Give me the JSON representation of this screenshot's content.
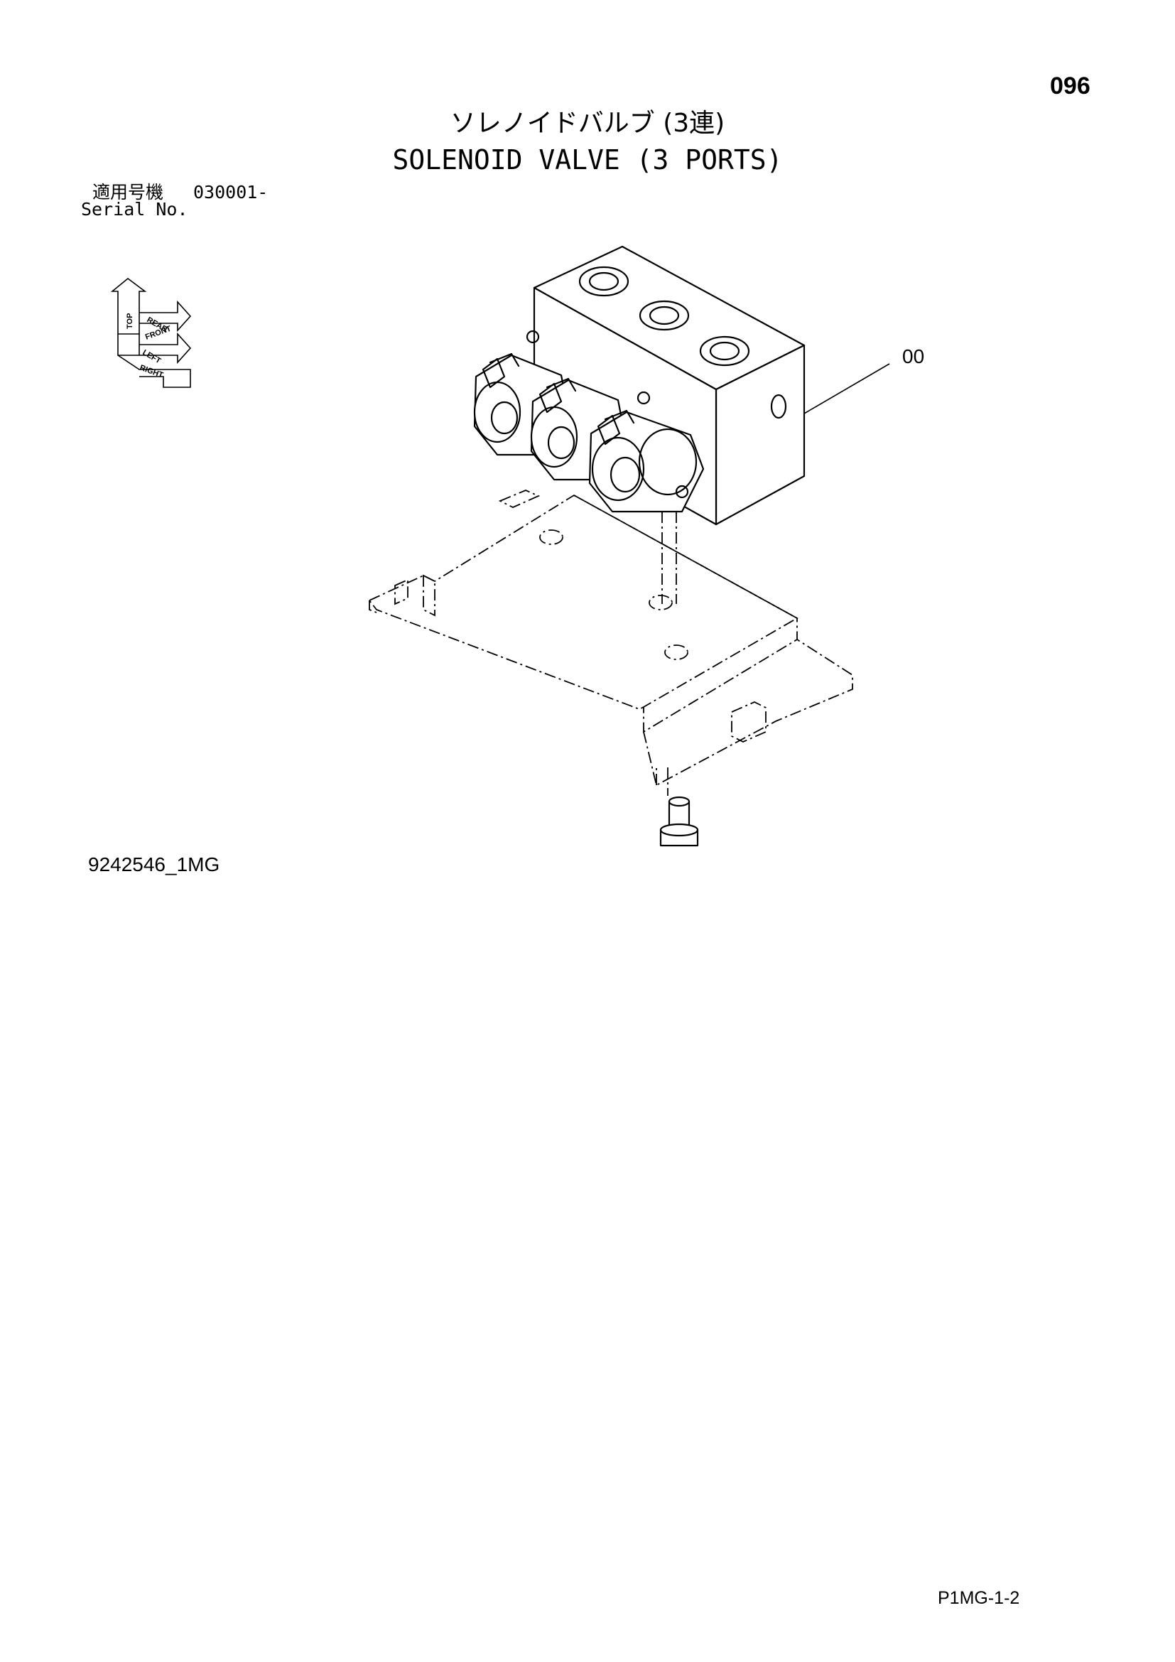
{
  "header": {
    "page_number": "096",
    "title_jp": "ソレノイドバルブ (3連)",
    "title_en": "SOLENOID VALVE (3 PORTS)"
  },
  "serial": {
    "label_jp": "適用号機",
    "value": "030001-",
    "label_en": "Serial No."
  },
  "orientation_icon": {
    "labels": [
      "TOP",
      "REAR",
      "FRONT",
      "LEFT",
      "RIGHT"
    ]
  },
  "callouts": [
    "00"
  ],
  "footer": {
    "illustration_id": "9242546_1MG",
    "page_code": "P1MG-1-2"
  }
}
